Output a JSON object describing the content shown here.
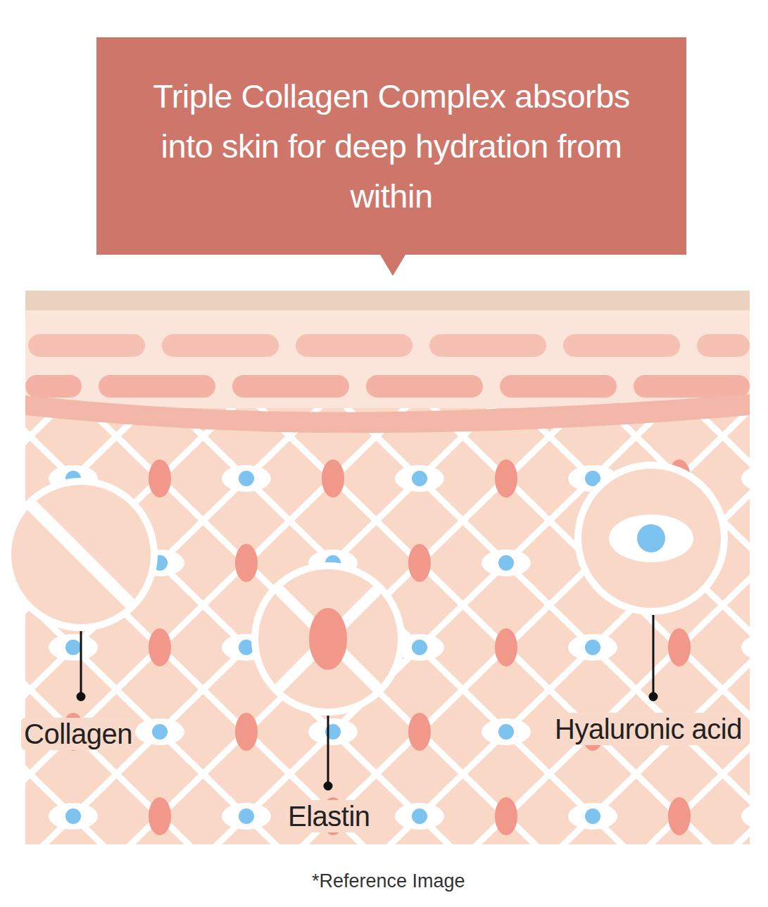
{
  "diagram": {
    "caption": "*Reference Image",
    "nodes": [
      {
        "text": [
          "Triple Collagen Complex absorbs into skin for deep hydration from within"
        ]
      }
    ],
    "labels": [
      "Collagen",
      "Elastin",
      "Hyaluronic acid"
    ]
  }
}
